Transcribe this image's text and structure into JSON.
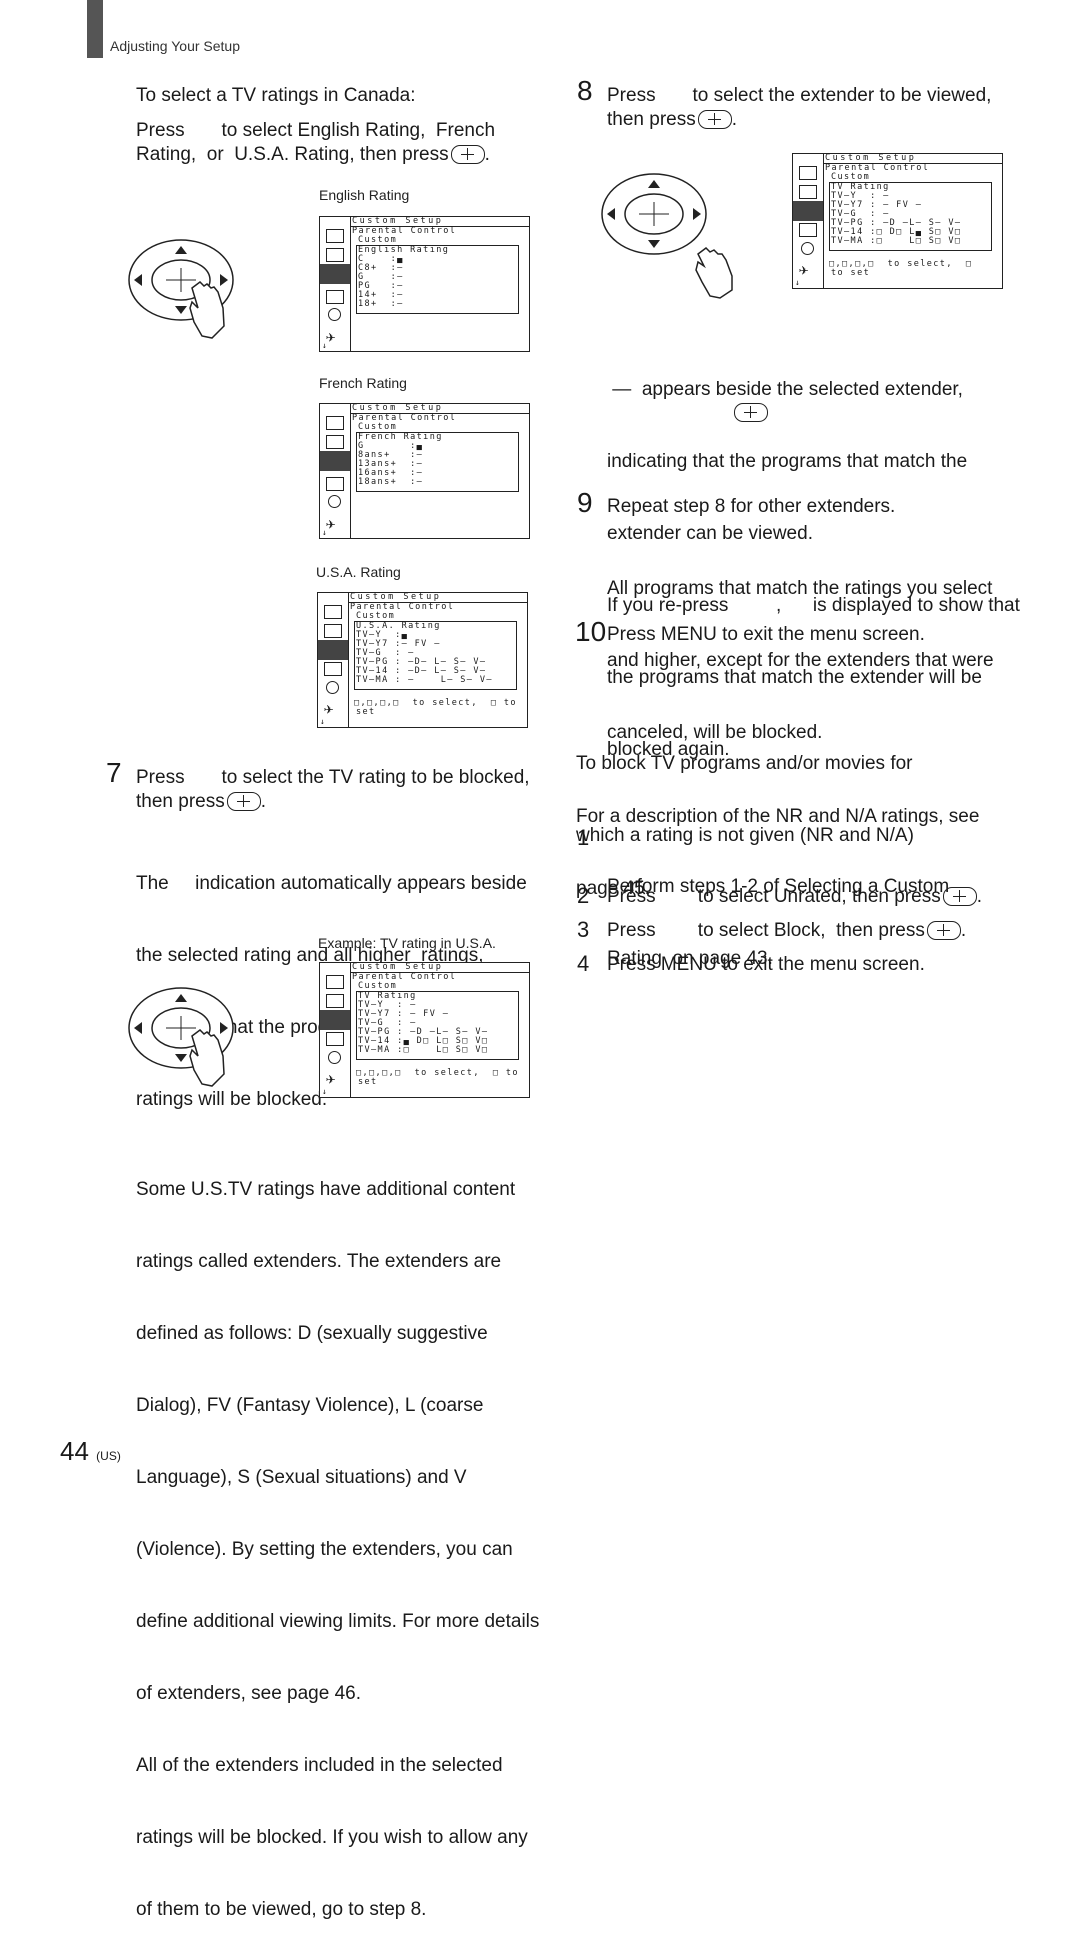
{
  "header": {
    "section": "Adjusting Your Setup"
  },
  "left": {
    "canada_heading": "To select a TV ratings in Canada:",
    "canada_line1": "Press       to select English Rating,  French",
    "canada_line2": "Rating,  or  U.S.A. Rating, then press",
    "cap_english": "English Rating",
    "cap_french": "French Rating",
    "cap_usa": "U.S.A. Rating",
    "step7_num": "7",
    "step7_line1": "Press       to select the TV rating to be blocked,",
    "step7_line2": "then press",
    "step7_body": [
      "The     indication automatically appears beside",
      "the selected rating and all higher  ratings,",
      "indicating that the programs that match the",
      "ratings will be blocked."
    ],
    "cap_example": "Example: TV rating in U.S.A.",
    "extenders_body": [
      "Some U.S.TV ratings have additional content",
      "ratings called extenders. The extenders are",
      "defined as follows: D (sexually suggestive",
      "Dialog), FV (Fantasy Violence), L (coarse",
      "Language), S (Sexual situations) and V",
      "(Violence). By setting the extenders, you can",
      "define additional viewing limits. For more details",
      "of extenders, see page 46.",
      "All of the extenders included in the selected",
      "ratings will be blocked. If you wish to allow any",
      "of them to be viewed, go to step 8."
    ]
  },
  "right": {
    "step8_num": "8",
    "step8_line1": "Press       to select the extender to be viewed,",
    "step8_line2": "then press",
    "step8_body": [
      " —  appears beside the selected extender,",
      "indicating that the programs that match the",
      "extender can be viewed.",
      "If you re-press         ,      is displayed to show that",
      "the programs that match the extender will be",
      "blocked again."
    ],
    "step9_num": "9",
    "step9_line": "Repeat step 8 for other extenders.",
    "step9_body": [
      "All programs that match the ratings you select",
      "and higher, except for the extenders that were",
      "canceled, will be blocked."
    ],
    "step10_num": "10",
    "step10_line": "Press MENU to exit the menu screen.",
    "block_heading": [
      "To block TV programs and/or movies for",
      "which a rating is not given (NR and N/A)"
    ],
    "block_desc": [
      "For a description of the NR and N/A ratings, see",
      "page 45."
    ],
    "substeps": [
      {
        "num": "1",
        "lines": [
          "Perform steps 1-2 of Selecting a Custom",
          "Rating  on page 43."
        ]
      },
      {
        "num": "2",
        "lines": [
          "Press        to select Unrated, then press"
        ]
      },
      {
        "num": "3",
        "lines": [
          "Press        to select Block,  then press"
        ]
      },
      {
        "num": "4",
        "lines": [
          "Press MENU to exit the menu screen."
        ]
      }
    ]
  },
  "menus": {
    "english": {
      "title": "Custom Setup",
      "sub1": "Parental Control",
      "sub2": "Custom",
      "boxtitle": "English Rating",
      "rows": [
        "C    :▄",
        "C8+  :—",
        "G    :—",
        "PG   :—",
        "14+  :—",
        "18+  :—"
      ]
    },
    "french": {
      "title": "Custom Setup",
      "sub1": "Parental Control",
      "sub2": "Custom",
      "boxtitle": "French Rating",
      "rows": [
        "G       :▄",
        "8ans+   :—",
        "13ans+  :—",
        "16ans+  :—",
        "18ans+  :—"
      ]
    },
    "usa": {
      "title": "Custom Setup",
      "sub1": "Parental Control",
      "sub2": "Custom",
      "boxtitle": "U.S.A. Rating",
      "rows": [
        "TV—Y  :▄",
        "TV—Y7 :— FV —",
        "TV—G  : —",
        "TV—PG : —D— L— S— V—",
        "TV—14 : —D— L— S— V—",
        "TV—MA : —    L— S— V—"
      ],
      "foot1": "□,□,□,□  to select,  □ to",
      "foot2": "set"
    },
    "example": {
      "title": "Custom Setup",
      "sub1": "Parental Control",
      "sub2": "Custom",
      "boxtitle": "TV Rating",
      "rows": [
        "TV—Y  : —",
        "TV—Y7 : — FV —",
        "TV—G  : —",
        "TV—PG : —D —L— S— V—",
        "TV—14 :▄ D□ L□ S□ V□",
        "TV—MA :□    L□ S□ V□"
      ],
      "foot1": "□,□,□,□  to select,  □ to",
      "foot2": "set"
    },
    "step8": {
      "title": "Custom Setup",
      "sub1": "Parental Control",
      "sub2": "Custom",
      "boxtitle": "TV Rating",
      "rows": [
        "TV—Y  : —",
        "TV—Y7 : — FV —",
        "TV—G  : —",
        "TV—PG : —D —L— S— V—",
        "TV—14 :□ D□ L▄ S□ V□",
        "TV—MA :□    L□ S□ V□"
      ],
      "foot1": "□,□,□,□  to select,  □",
      "foot2": "to set"
    }
  },
  "footer": {
    "page": "44",
    "region": "(US)"
  }
}
